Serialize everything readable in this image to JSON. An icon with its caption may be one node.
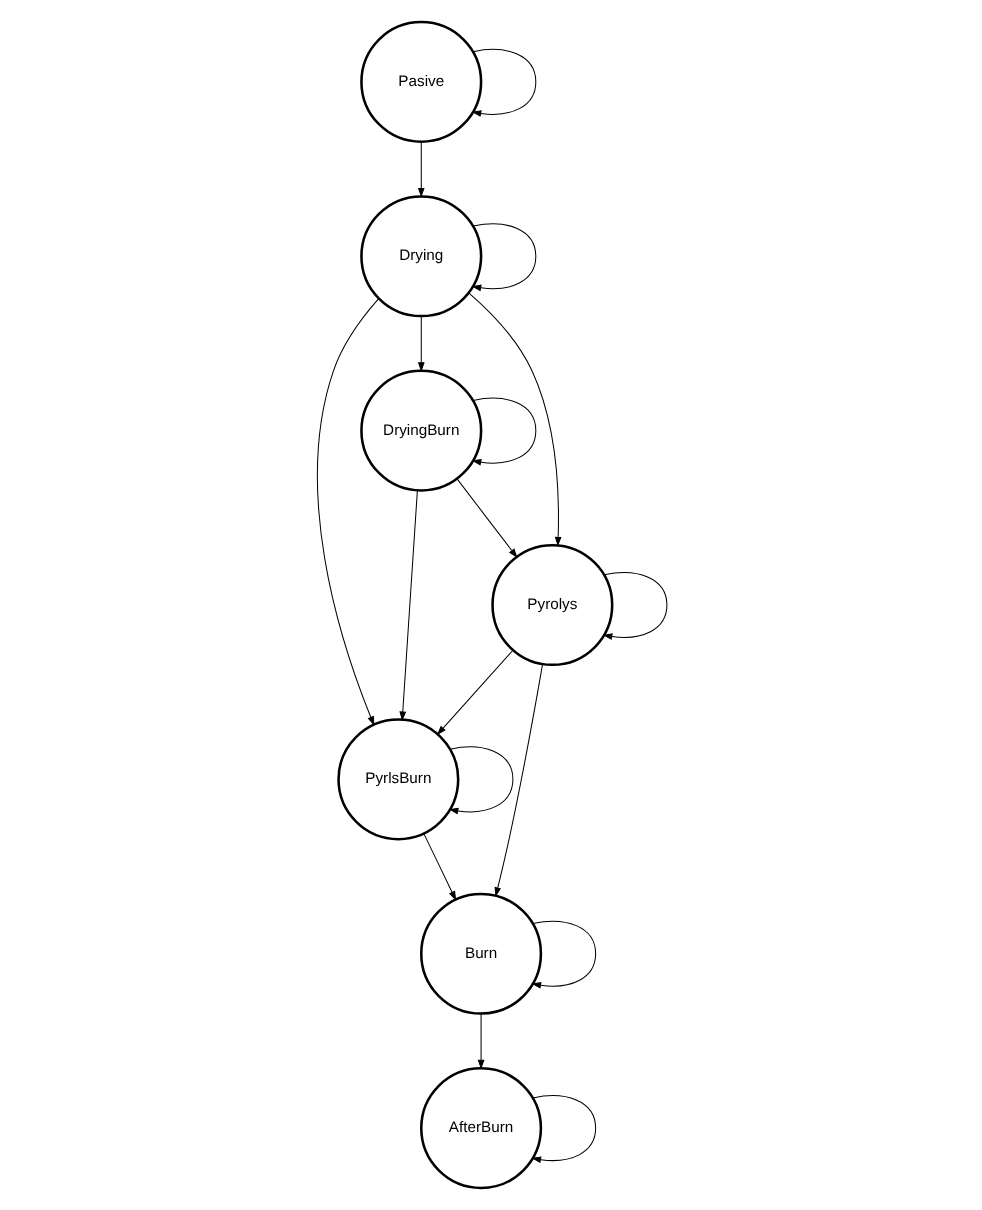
{
  "diagram": {
    "nodes": [
      {
        "text": [
          "AfterBurn"
        ]
      },
      {
        "text": [
          "Pasive"
        ]
      },
      {
        "text": [
          "Burn"
        ]
      },
      {
        "text": [
          "Drying"
        ]
      },
      {
        "text": [
          "PyrlsBurn"
        ]
      },
      {
        "text": [
          "DryingBurn"
        ]
      },
      {
        "text": [
          "Pyrolys"
        ]
      }
    ],
    "edges": [
      {
        "from": 1,
        "to": 1,
        "arrow": "to"
      },
      {
        "from": 1,
        "to": 3,
        "arrow": "to"
      },
      {
        "from": 3,
        "to": 3,
        "arrow": "to"
      },
      {
        "from": 0,
        "to": 0,
        "arrow": "to"
      },
      {
        "from": 2,
        "to": 0,
        "arrow": "to"
      },
      {
        "from": 2,
        "to": 2,
        "arrow": "to"
      },
      {
        "from": 4,
        "to": 2,
        "arrow": "to"
      },
      {
        "from": 4,
        "to": 4,
        "arrow": "to"
      },
      {
        "from": 6,
        "to": 2,
        "arrow": "to"
      },
      {
        "from": 6,
        "to": 6,
        "arrow": "to"
      },
      {
        "from": 3,
        "to": 5,
        "arrow": "to"
      },
      {
        "from": 5,
        "to": 5,
        "arrow": "to"
      },
      {
        "from": 3,
        "to": 4,
        "arrow": "to"
      },
      {
        "from": 3,
        "to": 6,
        "arrow": "to"
      },
      {
        "from": 5,
        "to": 6,
        "arrow": "to"
      },
      {
        "from": 5,
        "to": 4,
        "arrow": "to"
      },
      {
        "from": 6,
        "to": 4,
        "arrow": "to"
      }
    ]
  }
}
